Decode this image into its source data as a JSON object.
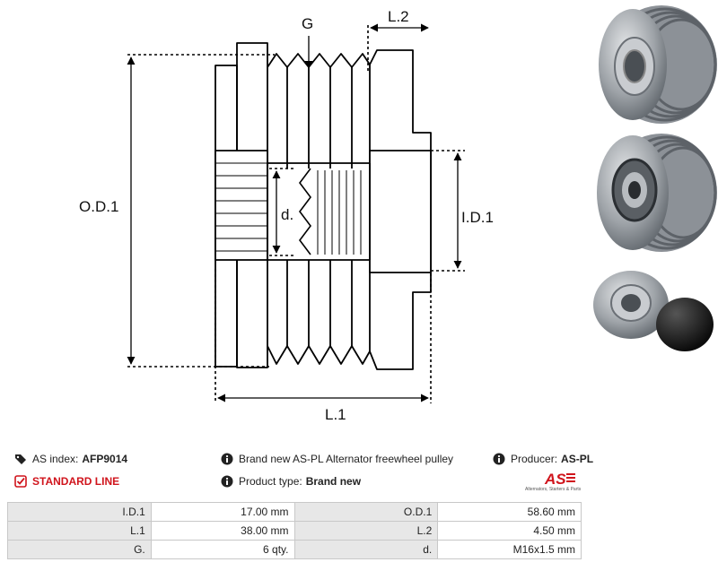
{
  "diagram": {
    "labels": {
      "g": "G",
      "l2": "L.2",
      "od1": "O.D.1",
      "d": "d.",
      "id1": "I.D.1",
      "l1": "L.1"
    }
  },
  "photos": {
    "items": [
      "pulley-front-photo",
      "pulley-rear-photo",
      "pulley-with-cap-photo"
    ]
  },
  "info": {
    "as_index_label": "AS index:",
    "as_index_value": "AFP9014",
    "description": "Brand new AS-PL Alternator freewheel pulley",
    "producer_label": "Producer:",
    "producer_value": "AS-PL",
    "line": "STANDARD LINE",
    "product_type_label": "Product type:",
    "product_type_value": "Brand new",
    "logo_text": "AS",
    "logo_sub": "Alternators, Starters & Parts",
    "colors": {
      "accent": "#d0141c",
      "header_cell": "#e7e7e7"
    }
  },
  "specs": {
    "rows": [
      {
        "k1": "I.D.1",
        "v1": "17.00 mm",
        "k2": "O.D.1",
        "v2": "58.60 mm"
      },
      {
        "k1": "L.1",
        "v1": "38.00 mm",
        "k2": "L.2",
        "v2": "4.50 mm"
      },
      {
        "k1": "G.",
        "v1": "6 qty.",
        "k2": "d.",
        "v2": "M16x1.5 mm"
      }
    ]
  }
}
